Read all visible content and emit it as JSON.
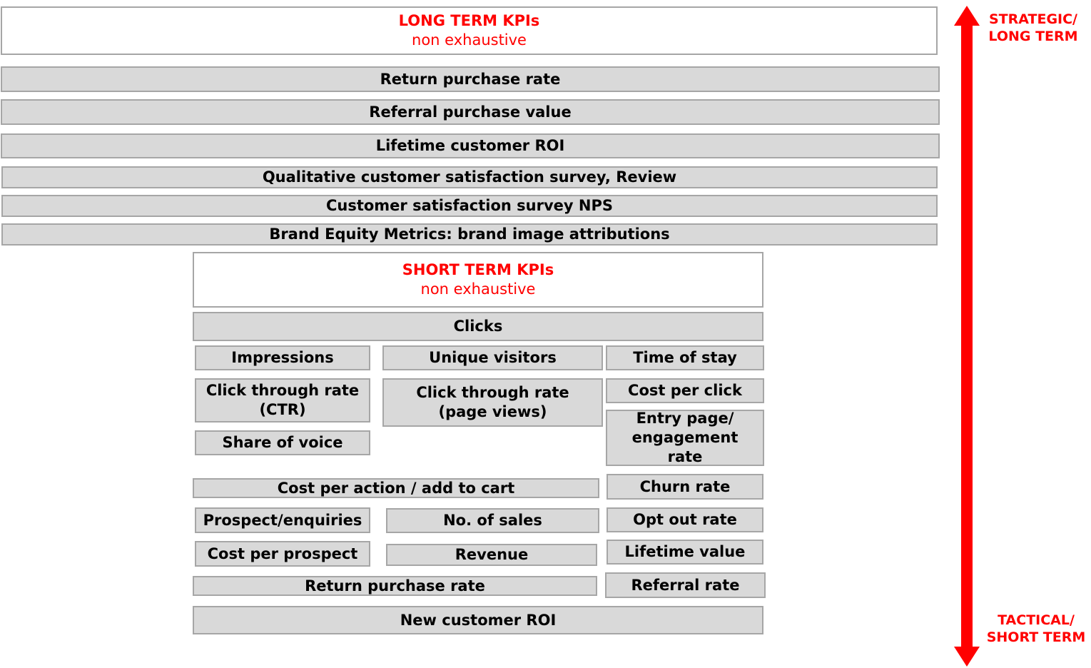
{
  "long_term": {
    "title": "LONG TERM KPIs",
    "subtitle": "non exhaustive",
    "items": [
      "Return purchase rate",
      "Referral purchase value",
      "Lifetime customer ROI",
      "Qualitative customer satisfaction survey, Review",
      "Customer satisfaction survey NPS",
      "Brand Equity Metrics: brand image attributions"
    ]
  },
  "short_term": {
    "title": "SHORT TERM KPIs",
    "subtitle": "non exhaustive",
    "clicks": "Clicks",
    "impressions": "Impressions",
    "unique_visitors": "Unique visitors",
    "time_of_stay": "Time of stay",
    "ctr": "Click through rate (CTR)",
    "ctr_page_views": "Click through rate (page views)",
    "cost_per_click": "Cost per click",
    "share_of_voice": "Share of voice",
    "entry_page_rate": "Entry page/ engagement rate",
    "cost_per_action": "Cost per action / add to cart",
    "churn_rate": "Churn rate",
    "prospect_enquiries": "Prospect/enquiries",
    "no_of_sales": "No. of sales",
    "opt_out_rate": "Opt out rate",
    "cost_per_prospect": "Cost per prospect",
    "revenue": "Revenue",
    "lifetime_value": "Lifetime value",
    "return_purchase_rate": "Return purchase rate",
    "referral_rate": "Referral rate",
    "new_customer_roi": "New customer ROI"
  },
  "axis": {
    "top_label": "STRATEGIC/\nLONG TERM",
    "bottom_label": "TACTICAL/\nSHORT TERM",
    "color": "#ff0000"
  },
  "colors": {
    "box_fill": "#d9d9d9",
    "box_border": "#a6a6a6",
    "accent": "#ff0000"
  }
}
